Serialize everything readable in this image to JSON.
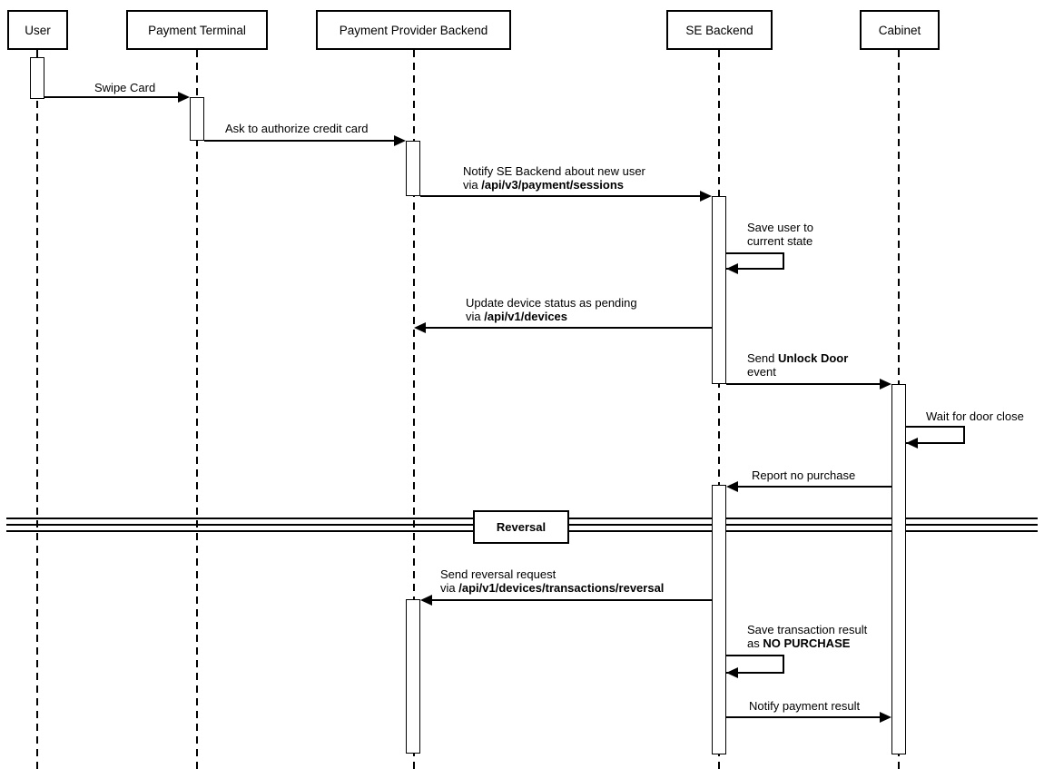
{
  "actors": [
    {
      "id": "user",
      "label": "User"
    },
    {
      "id": "payment-terminal",
      "label": "Payment Terminal"
    },
    {
      "id": "payment-provider-backend",
      "label": "Payment Provider Backend"
    },
    {
      "id": "se-backend",
      "label": "SE Backend"
    },
    {
      "id": "cabinet",
      "label": "Cabinet"
    }
  ],
  "messages": {
    "swipe_card": {
      "label": "Swipe Card"
    },
    "ask_authorize": {
      "label": "Ask to authorize credit card"
    },
    "notify_se": {
      "line1": "Notify SE Backend about new user",
      "line2_prefix": "via ",
      "line2_bold": "/api/v3/payment/sessions"
    },
    "save_user": {
      "line1": "Save user to",
      "line2": "current state"
    },
    "update_device": {
      "line1": "Update device status as pending",
      "line2_prefix": "via ",
      "line2_bold": "/api/v1/devices"
    },
    "unlock_door": {
      "line1_prefix": "Send ",
      "line1_bold": "Unlock Door",
      "line2": "event"
    },
    "wait_door": {
      "label": "Wait for door close"
    },
    "report_no_purchase": {
      "label": "Report no purchase"
    },
    "send_reversal": {
      "line1": "Send reversal request",
      "line2_prefix": "via ",
      "line2_bold": "/api/v1/devices/transactions/reversal"
    },
    "save_transaction": {
      "line1": "Save transaction result",
      "line2_prefix": "as ",
      "line2_bold": "NO PURCHASE"
    },
    "notify_payment": {
      "label": "Notify payment result"
    }
  },
  "separator": {
    "label": "Reversal"
  },
  "colors": {
    "stroke": "#000000",
    "background": "#ffffff"
  }
}
